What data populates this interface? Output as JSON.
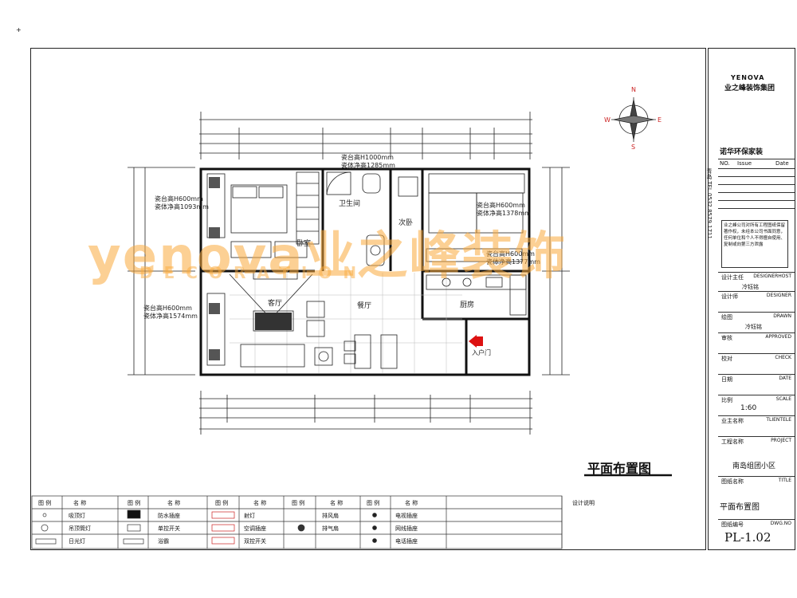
{
  "brand": {
    "logo_en": "YENOVA",
    "logo_cn": "业之峰装饰集团",
    "company_tagline": "诺华环保家装",
    "watermark": "yenova业之峰装饰",
    "watermark_sub": "DECORATION"
  },
  "compass": {
    "n": "N",
    "e": "E",
    "s": "S",
    "w": "W"
  },
  "title_block": {
    "no_label": "NO.",
    "issue_label": "Issue",
    "date_label": "Date",
    "tel_vertical": "青岛   TEL  0532  8579  1711",
    "notice": "业之峰公司对所有工程图纸保留著作权，未经本公司书面同意，任何单位和个人不得擅自使用、复制或向第三方泄露",
    "designer_cn": "设计主任",
    "designer_en": "DESIGNERHOST",
    "designer_name": "冷钰铭",
    "design_cn": "设计师",
    "design_en": "DESIGNER",
    "drawn_cn": "绘图",
    "drawn_en": "DRAWN",
    "drawn_name": "冷钰铭",
    "approved_cn": "审核",
    "approved_en": "APPROVED",
    "check_cn": "校对",
    "check_en": "CHECK",
    "date_cn": "日期",
    "date_en": "DATE",
    "scale_cn": "比例",
    "scale_en": "SCALE",
    "scale_value": "1:60",
    "client_cn": "业主名称",
    "client_en": "TLIENTELE",
    "project_cn": "工程名称",
    "project_en": "PROJECT",
    "project_value": "南岛组团小区",
    "title_cn": "图纸名称",
    "title_en": "TITLE",
    "title_value": "平面布置图",
    "dwg_cn": "图纸编号",
    "dwg_en": "DWG.NO",
    "dwg_value": "PL-1.02"
  },
  "drawing_title": "平面布置图",
  "rooms": {
    "bedroom": "卧室",
    "bath": "卫生间",
    "second": "次卧",
    "living": "客厅",
    "dining": "餐厅",
    "kitchen": "厨房",
    "entry": "入户门"
  },
  "dims": {
    "d1": "瓷台高H1000mm",
    "d2": "瓷体净高1285mm",
    "d3": "瓷台高H600mm",
    "d4": "瓷体净高1093mm",
    "d5": "瓷台高H600mm",
    "d6": "瓷体净高1378mm",
    "d7": "瓷台高H600mm",
    "d8": "瓷体净高1377mm",
    "d9": "瓷台高H600mm",
    "d10": "瓷体净高1574mm"
  },
  "legend": {
    "h1": "图  例",
    "h2": "名  称",
    "r1": [
      "吸顶灯",
      "吊顶筒灯",
      "日光灯",
      "防水插座",
      "单控开关",
      "浴霸",
      "射灯",
      "空调插座",
      "双控开关",
      "排风扇",
      "排气扇",
      "电视插座",
      "网线插座",
      "电话插座"
    ]
  },
  "notes": "设计说明"
}
